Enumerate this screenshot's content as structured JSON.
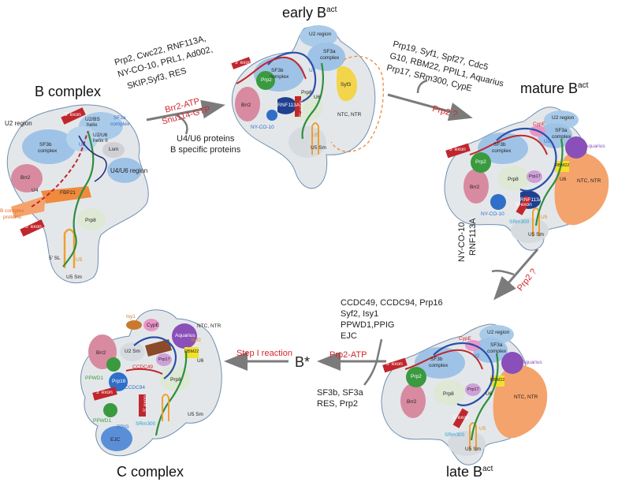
{
  "stages": {
    "b_complex": {
      "title": "B complex"
    },
    "early_bact": {
      "title": "early B",
      "sup": "act"
    },
    "mature_bact": {
      "title": "mature B",
      "sup": "act"
    },
    "late_bact": {
      "title": "late B",
      "sup": "act"
    },
    "c_complex": {
      "title": "C complex"
    },
    "b_star": {
      "title": "B*"
    }
  },
  "transitions": {
    "b_to_early": {
      "added": [
        "Prp2, Cwc22, RNF113A,",
        "NY-CO-10,  PRL1, Ad002,",
        "SKIP,Syf3, RES"
      ],
      "atpases": [
        "Brr2-ATP",
        "Snu114-GTP"
      ],
      "released": [
        "U4/U6 proteins",
        "B specific proteins"
      ]
    },
    "early_to_mature": {
      "added": [
        "Prp19, Syf1, Spf27, Cdc5",
        "G10, RBM22, PPIL1, Aquarius",
        "Prp17, SRm300, CypE"
      ],
      "atpase": "Prp2 ?"
    },
    "mature_to_late": {
      "released": [
        "NY-CO-10",
        "RNF113A"
      ],
      "atpase": "Prp2 ?"
    },
    "late_to_bstar": {
      "added": [
        "CCDC49, CCDC94, Prp16",
        "Syf2, Isy1",
        "PPWD1,PPIG",
        "EJC"
      ],
      "atpase": "Prp2-ATP",
      "released": [
        "SF3b, SF3a",
        "RES, Prp2"
      ]
    },
    "bstar_to_c": {
      "reaction": "Step I reaction"
    }
  },
  "complex_labels": {
    "b": {
      "u2_region": "U2 region",
      "sf3a": "SF3a",
      "sf3a2": "complex",
      "sf3b": "SF3b",
      "sf3b2": "complex",
      "u2": "U2",
      "u2bs": "U2/BS",
      "helix": "helix",
      "u2u6": "U2/U6",
      "helix2": "helix II",
      "lsm": "Lsm",
      "u4u6region": "U4/U6 region",
      "brr2": "Brr2",
      "u4": "U4",
      "fbp21": "FBP21",
      "bproteins": "B complex",
      "bproteins2": "proteins",
      "prp8": "Prp8",
      "exon3": "3' exon",
      "exon5": "5' exon",
      "sl5": "5' SL",
      "u5": "U5",
      "u5sm": "U5 Sm"
    },
    "early": {
      "u2_region": "U2 region",
      "sf3a": "SF3a",
      "sf3a2": "complex",
      "sf3b": "SF3b",
      "sf3b2": "complex",
      "u2": "U2",
      "exon3": "3' exon",
      "prp2": "Prp2",
      "syf3": "Syf3",
      "brr2": "Brr2",
      "rnf": "RNF113A",
      "prp8": "Prp8",
      "u6": "U6",
      "ntc": "NTC, NTR",
      "nyco": "NY-CO-10",
      "exon5": "5' exon",
      "u5": "U5",
      "u5sm": "U5 Sm"
    },
    "mature": {
      "u2_region": "U2 region",
      "cype": "CypE",
      "sf3a": "SF3a",
      "sf3a2": "complex",
      "sf3b": "SF3b",
      "sf3b2": "complex",
      "u2": "U2",
      "aquarius": "Aquarius",
      "exon3": "3' exon",
      "prp2": "Prp2",
      "rbm22": "RBM22",
      "u6": "U6",
      "brr2": "Brr2",
      "prp8": "Prp8",
      "prp17": "Prp17",
      "ntc": "NTC, NTR",
      "rnf": "RNF113A",
      "nyco": "NY-CO-10",
      "exon5": "5' exon",
      "srm": "SRm300",
      "u5": "U5",
      "u5sm": "U5 Sm"
    },
    "late": {
      "u2_region": "U2 region",
      "cype": "CypE",
      "sf3a": "SF3a",
      "sf3a2": "complex",
      "sf3b": "SF3b",
      "sf3b2": "complex",
      "u2": "U2",
      "aquarius": "Aquarius",
      "exon3": "3' exon",
      "prp2": "Prp2",
      "rbm22": "RBM22",
      "u6": "U6",
      "brr2": "Brr2",
      "prp8": "Prp8",
      "prp17": "Prp17",
      "ntc": "NTC, NTR",
      "exon5": "5' exon",
      "srm": "SRm300",
      "u5": "U5",
      "u5sm": "U5 Sm"
    },
    "c": {
      "aquarius": "Aquarius",
      "isy1": "Isy1",
      "ntc": "NTC, NTR",
      "cype": "CypE",
      "syf2": "Syf2",
      "brr2": "Brr2",
      "u2sm": "U2 Sm",
      "rbm22": "RBM22",
      "prp17": "Prp17",
      "u6": "U6",
      "ccdc49": "CCDC49",
      "prp8": "Prp8",
      "ppwd1a": "PPWD1",
      "prp16": "Prp16",
      "ccdc94": "CCDC94",
      "exon3": "3' exon",
      "exon5": "5' exon",
      "ppwd1b": "PPWD1",
      "srm": "SRm300",
      "u5sm": "U5 Sm",
      "ppig": "PPIG",
      "ejc": "EJC"
    }
  },
  "colors": {
    "red": "#d2262b",
    "blue": "#4a7fc8",
    "lightblue": "#9fc3e6",
    "pink": "#d88aa0",
    "green": "#3a9a3f",
    "orange": "#f4a36c",
    "purple": "#8a4fb8",
    "yellow": "#f2e02a",
    "gray": "#e4e7ea"
  }
}
